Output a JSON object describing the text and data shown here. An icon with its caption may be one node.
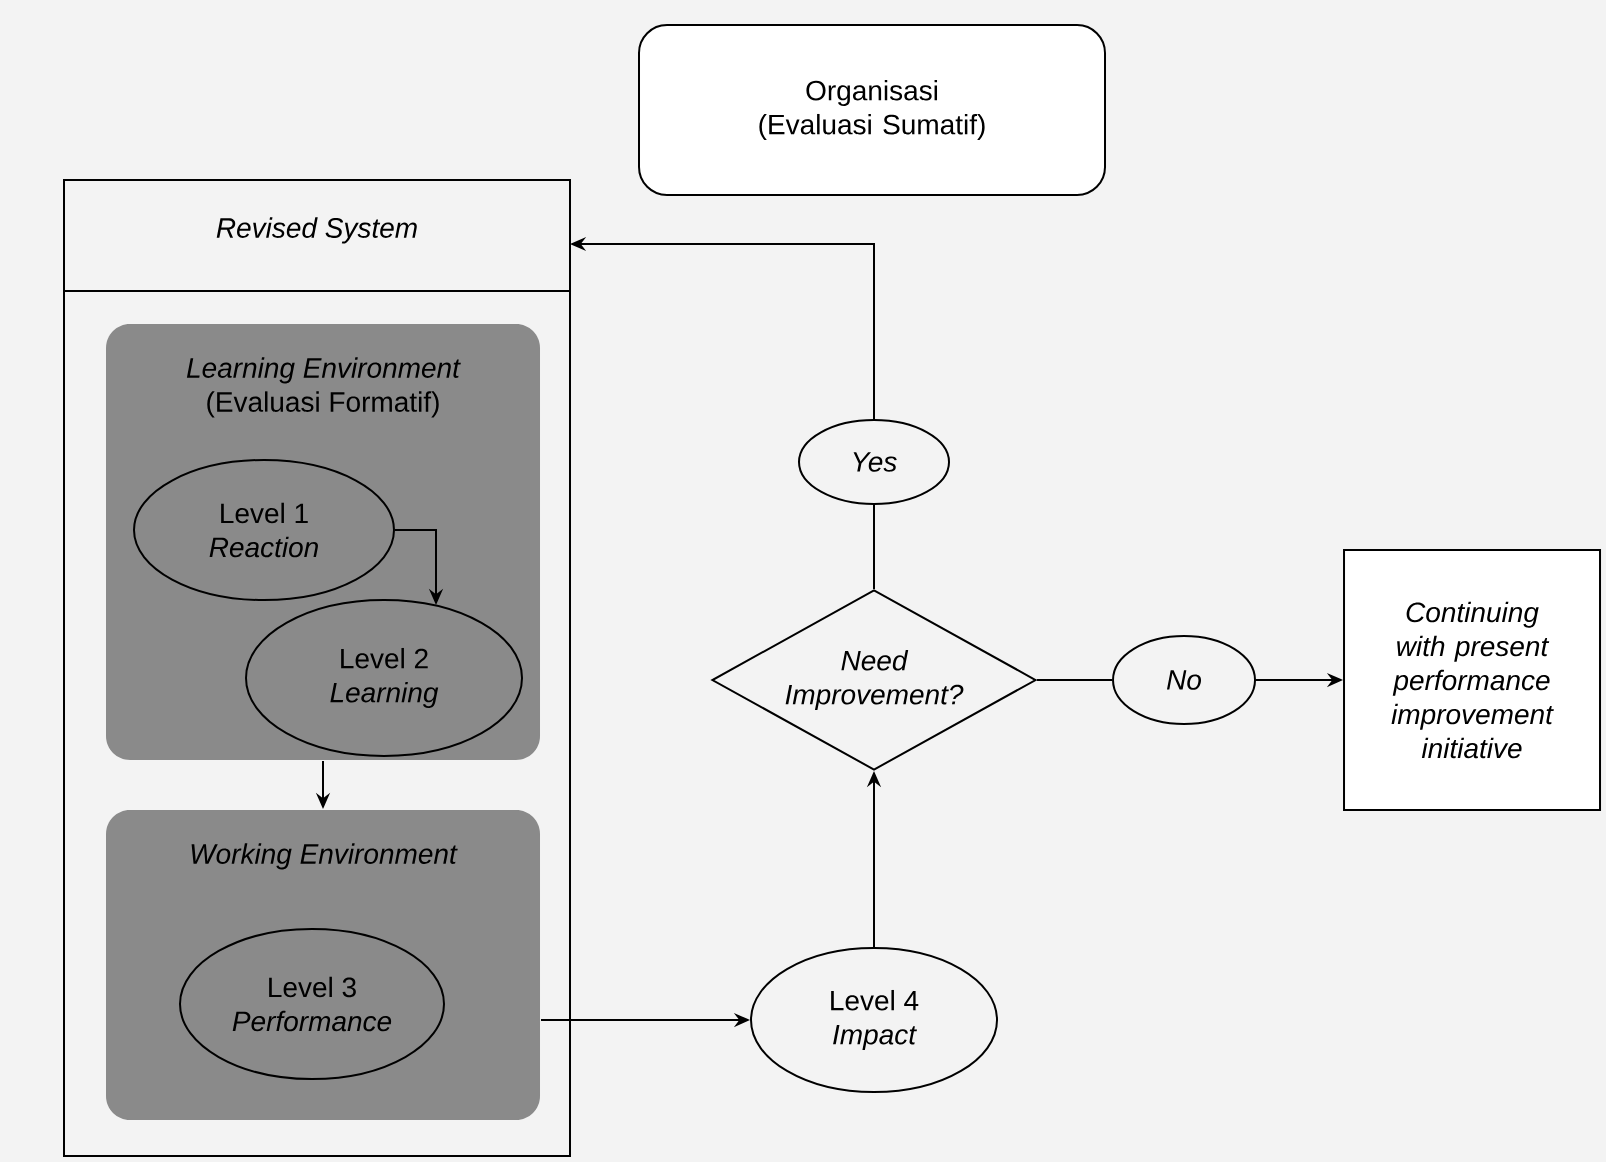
{
  "diagram": {
    "nodes": [
      {
        "text": [
          "Organisasi (Evaluasi Sumatif)"
        ]
      },
      {
        "text": [
          "Revised System"
        ]
      },
      {
        "text": [
          "Learning Environment",
          "(Evaluasi Formatif)"
        ],
        "in": 1
      },
      {
        "text": [
          "Level 1",
          "Reaction"
        ],
        "in": 2
      },
      {
        "text": [
          "Level 2",
          "Learning"
        ],
        "in": 2
      },
      {
        "text": [
          "Working Environment"
        ],
        "in": 1
      },
      {
        "text": [
          "Level 3",
          "Performance"
        ],
        "in": 5
      },
      {
        "text": [
          "Level 4",
          "Impact"
        ]
      },
      {
        "text": [
          "Need Improvement?"
        ]
      },
      {
        "text": [
          "Yes"
        ]
      },
      {
        "text": [
          "No"
        ]
      },
      {
        "text": [
          "Continuing with present performance improvement initiative"
        ]
      }
    ],
    "edges": [
      {
        "from": 3,
        "to": 4,
        "arrow": "to"
      },
      {
        "from": 2,
        "to": 5,
        "arrow": "to"
      },
      {
        "from": 5,
        "to": 7,
        "arrow": "to"
      },
      {
        "from": 7,
        "to": 8,
        "arrow": "to"
      },
      {
        "from": 8,
        "to": 9,
        "arrow": "none"
      },
      {
        "from": 9,
        "to": 1,
        "arrow": "to"
      },
      {
        "from": 8,
        "to": 10,
        "arrow": "none"
      },
      {
        "from": 10,
        "to": 11,
        "arrow": "to"
      }
    ]
  }
}
